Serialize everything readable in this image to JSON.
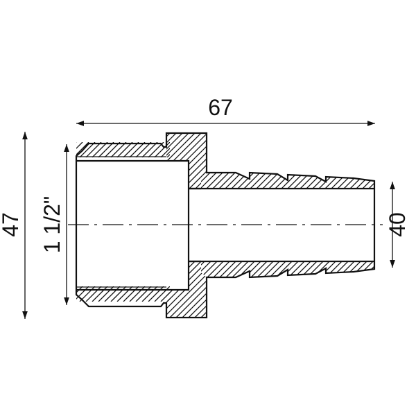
{
  "drawing": {
    "dimensions": {
      "overall_length": "67",
      "overall_height": "47",
      "thread_size": "1 1/2\"",
      "hose_diameter": "40"
    },
    "colors": {
      "line": "#111111",
      "background": "#ffffff"
    }
  }
}
